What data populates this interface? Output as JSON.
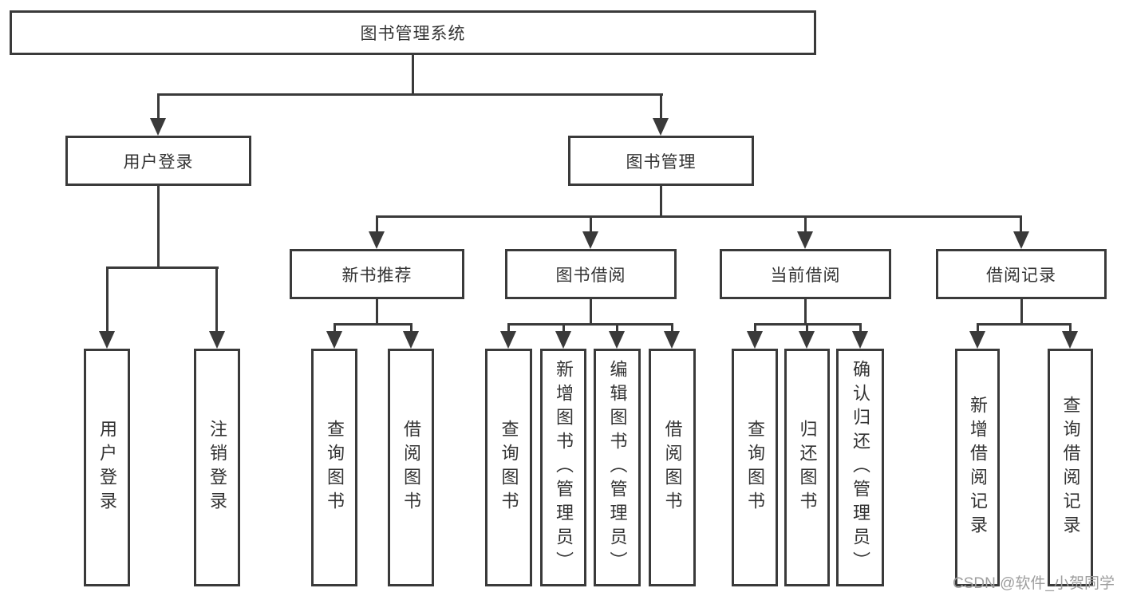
{
  "diagram": {
    "root": {
      "label": "图书管理系统"
    },
    "branches": [
      {
        "label": "用户登录",
        "children": [
          {
            "label": "用户登录"
          },
          {
            "label": "注销登录"
          }
        ]
      },
      {
        "label": "图书管理",
        "children": [
          {
            "label": "新书推荐",
            "children": [
              {
                "label": "查询图书"
              },
              {
                "label": "借阅图书"
              }
            ]
          },
          {
            "label": "图书借阅",
            "children": [
              {
                "label": "查询图书"
              },
              {
                "label": "新增图书（管理员）"
              },
              {
                "label": "编辑图书（管理员）"
              },
              {
                "label": "借阅图书"
              }
            ]
          },
          {
            "label": "当前借阅",
            "children": [
              {
                "label": "查询图书"
              },
              {
                "label": "归还图书"
              },
              {
                "label": "确认归还（管理员）"
              }
            ]
          },
          {
            "label": "借阅记录",
            "children": [
              {
                "label": "新增借阅记录"
              },
              {
                "label": "查询借阅记录"
              }
            ]
          }
        ]
      }
    ]
  },
  "watermark": {
    "text": "CSDN @软件_小贺同学"
  },
  "colors": {
    "line": "#3a3a3a",
    "text": "#333333",
    "watermark": "#9e9e9e",
    "background": "#ffffff"
  }
}
